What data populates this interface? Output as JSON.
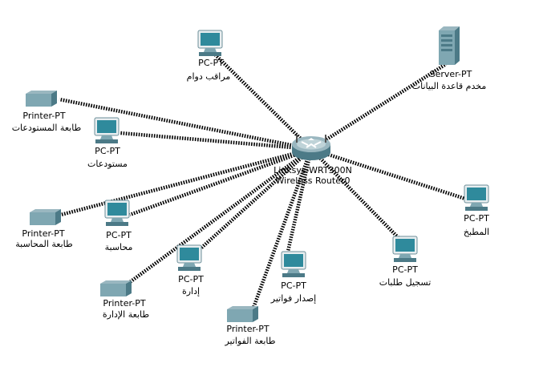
{
  "router": {
    "model": "Linksys-WRT300N",
    "name": "Wireless Router0",
    "icon": "wireless-router-icon"
  },
  "devices": [
    {
      "id": "pc-attendance",
      "type": "pc",
      "model": "PC-PT",
      "label": "مراقب دوام",
      "icon": "pc-icon"
    },
    {
      "id": "server",
      "type": "server",
      "model": "Server-PT",
      "label": "مخدم قاعدة البيانات",
      "icon": "server-icon"
    },
    {
      "id": "printer-warehouse",
      "type": "printer",
      "model": "Printer-PT",
      "label": "طابعة المستودعات",
      "icon": "printer-icon"
    },
    {
      "id": "pc-warehouse",
      "type": "pc",
      "model": "PC-PT",
      "label": "مستودعات",
      "icon": "pc-icon"
    },
    {
      "id": "pc-kitchen",
      "type": "pc",
      "model": "PC-PT",
      "label": "المطبخ",
      "icon": "pc-icon"
    },
    {
      "id": "printer-accounting",
      "type": "printer",
      "model": "Printer-PT",
      "label": "طابعة المحاسبة",
      "icon": "printer-icon"
    },
    {
      "id": "pc-accounting",
      "type": "pc",
      "model": "PC-PT",
      "label": "محاسبة",
      "icon": "pc-icon"
    },
    {
      "id": "pc-orders",
      "type": "pc",
      "model": "PC-PT",
      "label": "تسجيل طلبات",
      "icon": "pc-icon"
    },
    {
      "id": "pc-admin",
      "type": "pc",
      "model": "PC-PT",
      "label": "إدارة",
      "icon": "pc-icon"
    },
    {
      "id": "pc-invoices",
      "type": "pc",
      "model": "PC-PT",
      "label": "إصدار فواتير",
      "icon": "pc-icon"
    },
    {
      "id": "printer-admin",
      "type": "printer",
      "model": "Printer-PT",
      "label": "طابعة الإدارة",
      "icon": "printer-icon"
    },
    {
      "id": "printer-invoices",
      "type": "printer",
      "model": "Printer-PT",
      "label": "طابعة الفواتير",
      "icon": "printer-icon"
    }
  ],
  "colors": {
    "device_light": "#e8eef0",
    "device_mid": "#7fa7b2",
    "device_dark": "#4c7a87",
    "screen": "#2f8a9c",
    "link": "#000000"
  }
}
